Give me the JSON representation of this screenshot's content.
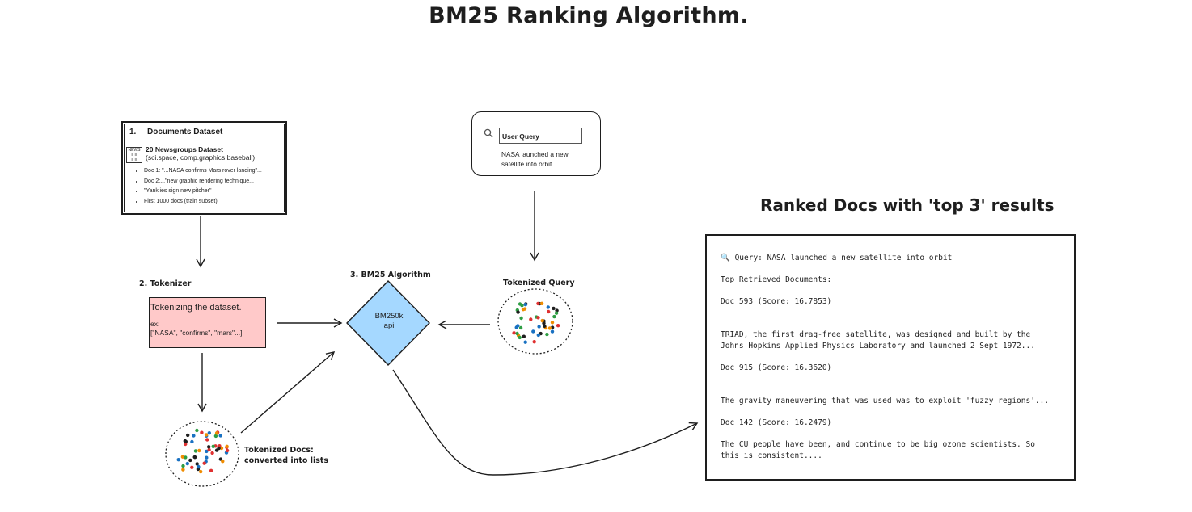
{
  "title": "BM25 Ranking Algorithm.",
  "ranked_heading": "Ranked Docs with 'top 3' results",
  "dataset_box": {
    "number": "1.",
    "heading": "Documents Dataset",
    "icon_text": "NEWS",
    "dataset_name": "20 Newsgroups Dataset",
    "dataset_categories": "(sci.space, comp.graphics baseball)",
    "items": [
      "Doc 1: \"...NASA confirms Mars rover landing\"...",
      "Doc 2:...\"new graphic rendering technique...",
      "\"Yankiies sign new pitcher\"",
      "First 1000 docs (train subset)"
    ]
  },
  "tokenizer": {
    "label": "2. Tokenizer",
    "line1": "Tokenizing the dataset.",
    "line2": "ex:",
    "line3": "[\"NASA\", \"confirms\", \"mars\"...]"
  },
  "algorithm": {
    "label": "3. BM25 Algorithm",
    "line1": "BM250k",
    "line2": "api",
    "color": "#a5d8ff"
  },
  "query_box": {
    "icon": "search-icon",
    "input_label": "User Query",
    "query_text": "NASA launched a new satellite into orbit"
  },
  "tokenized_query_label": "Tokenized Query",
  "tokenized_docs_label": {
    "line1": "Tokenized Docs:",
    "line2": "converted into lists"
  },
  "results": {
    "query_icon": "🔍",
    "query_line": "Query: NASA launched a new satellite into orbit",
    "top_label": "Top Retrieved Documents:",
    "docs": [
      {
        "header": "Doc 593 (Score: 16.7853)",
        "text1": "TRIAD, the first drag-free satellite, was designed and built by the",
        "text2": "Johns Hopkins Applied Physics Laboratory and launched 2 Sept 1972..."
      },
      {
        "header": "Doc 915 (Score: 16.3620)",
        "text1": "The gravity maneuvering that was used was to exploit 'fuzzy regions'...",
        "text2": ""
      },
      {
        "header": "Doc 142 (Score: 16.2479)",
        "text1": "The CU people have been, and continue to be big ozone scientists. So",
        "text2": "this is consistent...."
      }
    ]
  },
  "colors": {
    "tokenizer_fill": "#ffc9c9",
    "dot_palette": [
      "#e03131",
      "#2f9e44",
      "#1971c2",
      "#f08c00",
      "#1e1e1e"
    ]
  }
}
